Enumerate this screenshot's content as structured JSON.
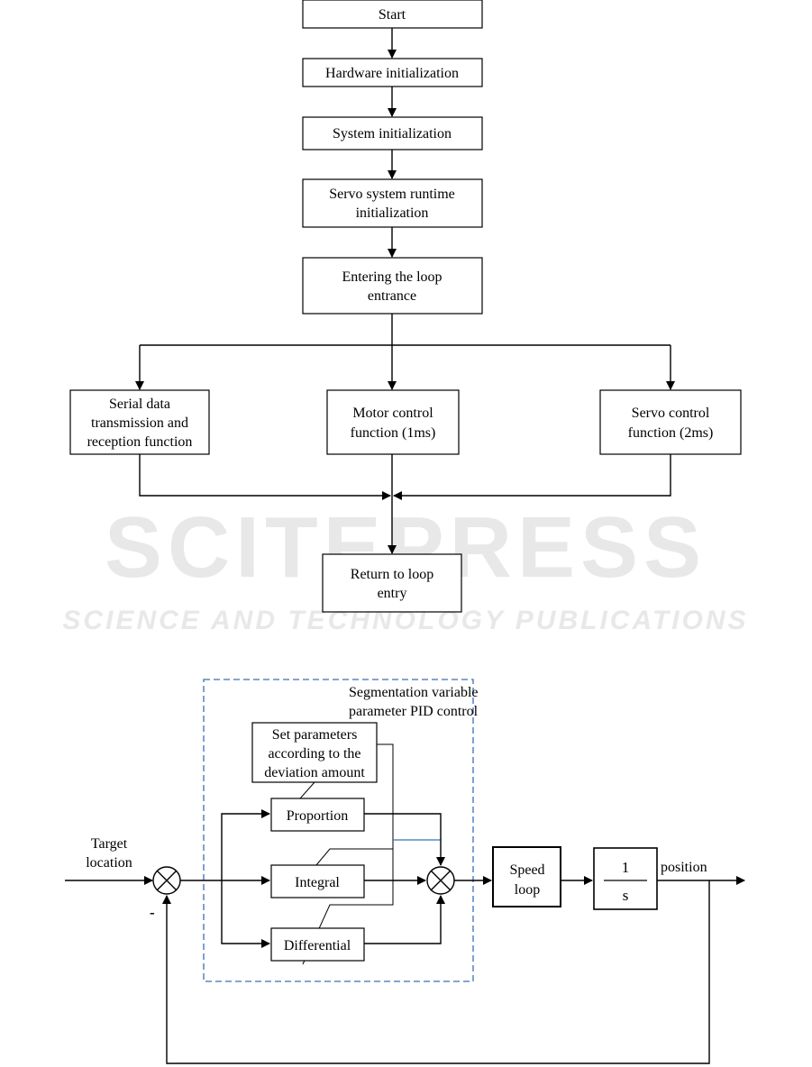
{
  "watermark": {
    "line1": "SCITEPRESS",
    "line2": "SCIENCE AND TECHNOLOGY PUBLICATIONS"
  },
  "flowchart": {
    "start": "Start",
    "hardware_init": "Hardware initialization",
    "system_init": "System initialization",
    "servo_runtime_init": [
      "Servo system runtime",
      "initialization"
    ],
    "loop_entrance": [
      "Entering the loop",
      "entrance"
    ],
    "serial_function": [
      "Serial data",
      "transmission and",
      "reception function"
    ],
    "motor_function": [
      "Motor control",
      "function (1ms)"
    ],
    "servo_function": [
      "Servo control",
      "function (2ms)"
    ],
    "return_loop": [
      "Return to loop",
      "entry"
    ]
  },
  "control_diagram": {
    "pid_region_label": [
      "Segmentation variable",
      "parameter PID control"
    ],
    "set_params": [
      "Set parameters",
      "according to the",
      "deviation amount"
    ],
    "proportion": "Proportion",
    "integral": "Integral",
    "differential": "Differential",
    "target": [
      "Target",
      "location"
    ],
    "minus_sign": "-",
    "speed_loop": [
      "Speed",
      "loop"
    ],
    "tf_numerator": "1",
    "tf_denominator": "s",
    "output_label": "position"
  },
  "colors": {
    "dashed_box": "#3a6fb5",
    "blue_line": "#2e75b6",
    "watermark": "#e8e8e8"
  }
}
